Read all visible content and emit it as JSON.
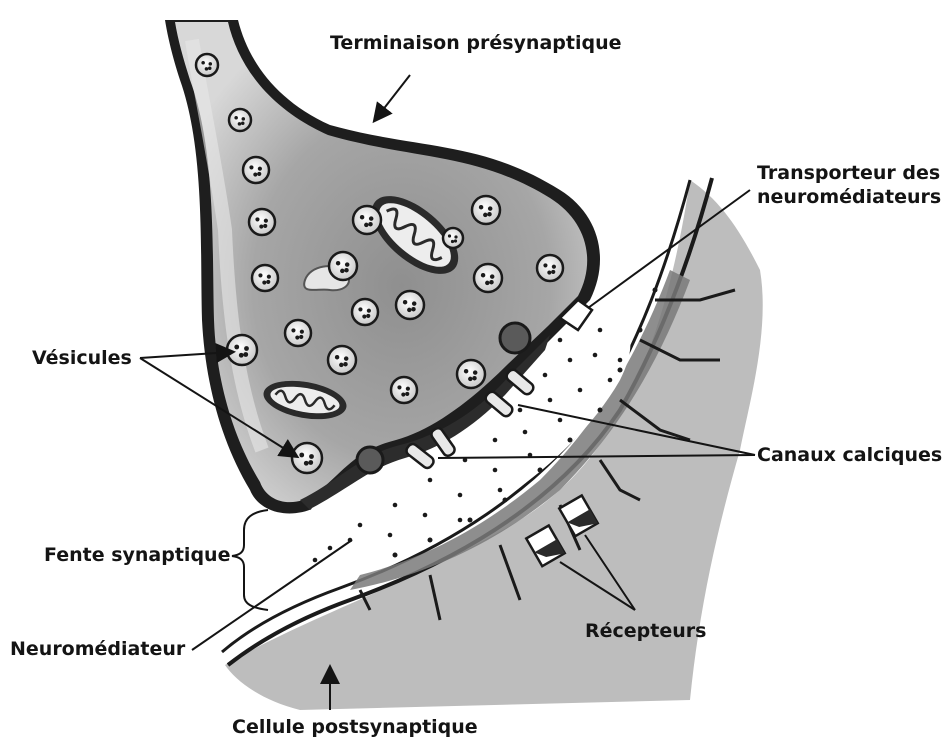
{
  "diagram": {
    "title": "",
    "labels": {
      "presynaptic": "Terminaison présynaptique",
      "transporter_line1": "Transporteur des",
      "transporter_line2": "neuromédiateurs",
      "vesicles": "Vésicules",
      "calcium_channels": "Canaux calciques",
      "synaptic_cleft": "Fente synaptique",
      "neurotransmitter": "Neuromédiateur",
      "receptors": "Récepteurs",
      "postsynaptic": "Cellule postsynaptique"
    }
  }
}
